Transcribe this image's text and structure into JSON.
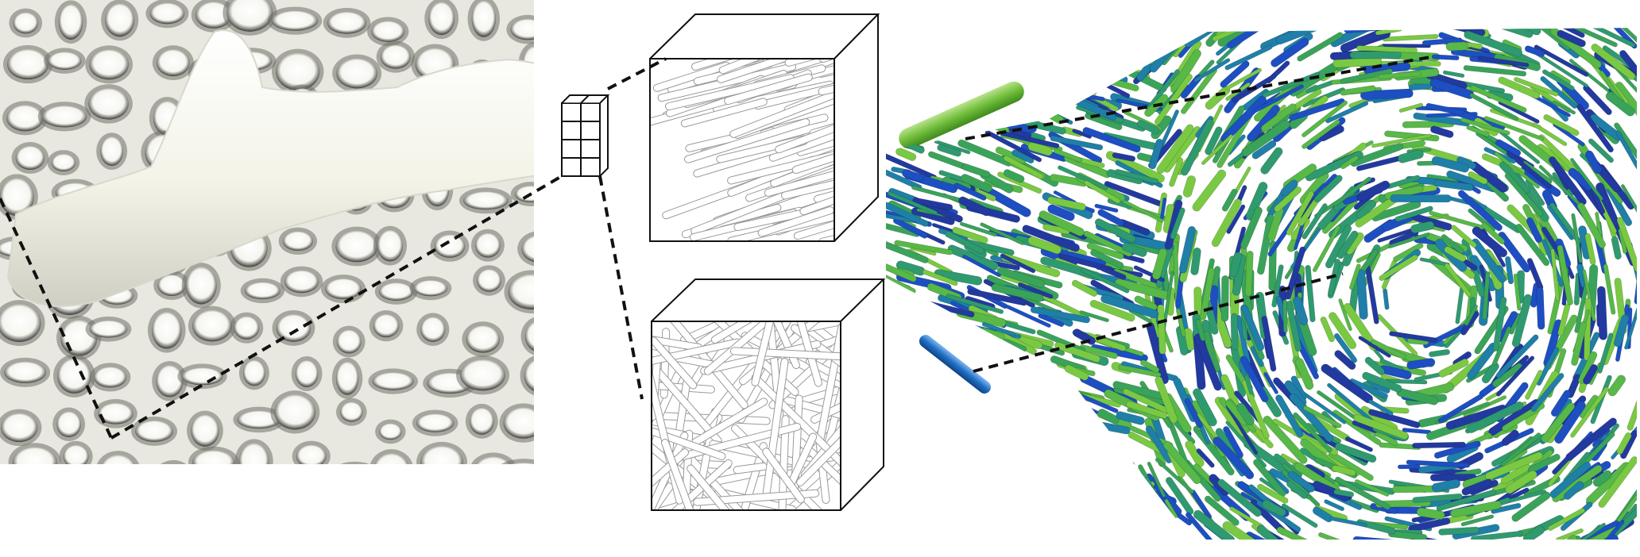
{
  "figure": {
    "panels": [
      {
        "id": "bone-structure",
        "icon": "trabecular-bone-icon"
      },
      {
        "id": "aligned-fibers-cube",
        "icon": "aligned-fiber-cube-icon"
      },
      {
        "id": "random-fibers-cube",
        "icon": "random-fiber-cube-icon"
      },
      {
        "id": "flow-field",
        "icon": "streamline-vortex-icon"
      }
    ],
    "colors": {
      "bone": "#e8e7df",
      "bone_shadow": "#6f6f68",
      "vessel": "#f4f4ec",
      "fiber_outline": "#9a9a9a",
      "rod_green": "#6fbd3a",
      "rod_blue": "#1f6fc4",
      "field_palette": [
        "#7ac943",
        "#58b848",
        "#2f9a6f",
        "#1f7fa8",
        "#1d4fc2",
        "#223a9f",
        "#3aa35a"
      ]
    },
    "legend_glyphs": [
      {
        "name": "green-rod-icon",
        "color": "#6fbd3a"
      },
      {
        "name": "blue-rod-icon",
        "color": "#1f6fc4"
      }
    ]
  }
}
